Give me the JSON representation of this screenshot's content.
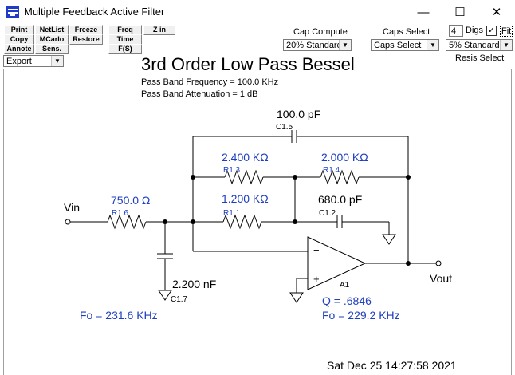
{
  "window": {
    "title": "Multiple Feedback Active Filter",
    "minimize_glyph": "—",
    "maximize_glyph": "☐",
    "close_glyph": "✕"
  },
  "toolbar": {
    "print": "Print",
    "copy": "Copy",
    "annote": "Annote",
    "netlist": "NetList",
    "mcarlo": "MCarlo",
    "sens": "Sens.",
    "freeze": "Freeze",
    "restore": "Restore",
    "freq": "Freq",
    "time": "Time",
    "fs": "F(S)",
    "zin": "Z in",
    "export_value": "Export"
  },
  "cap_compute": {
    "label": "Cap Compute",
    "value": "20% Standard"
  },
  "caps_select": {
    "label": "Caps Select",
    "value": "Caps Select"
  },
  "digits": {
    "value": "4",
    "label": "Digs",
    "fit_label": "Fit",
    "fit_checked": true
  },
  "resis": {
    "value": "5% Standard",
    "label": "Resis Select"
  },
  "header": {
    "title": "3rd Order Low Pass Bessel",
    "passband_freq": "Pass Band Frequency = 100.0 KHz",
    "passband_atten": "Pass Band Attenuation = 1 dB"
  },
  "schematic": {
    "c15_value": "100.0 pF",
    "c15_ref": "C1.5",
    "r13_value": "2.400 KΩ",
    "r13_ref": "R1.3",
    "r14_value": "2.000 KΩ",
    "r14_ref": "R1.4",
    "r12_value": "1.200 KΩ",
    "r11_ref": "R1.1",
    "c12_value": "680.0 pF",
    "c12_ref": "C1.2",
    "r16_value": "750.0 Ω",
    "r16_ref": "R1.6",
    "c17_value": "2.200 nF",
    "c17_ref": "C1.7",
    "opamp_minus": "−",
    "opamp_plus": "+",
    "opamp_ref": "A1",
    "vin": "Vin",
    "vout": "Vout",
    "q": "Q = .6846",
    "fo_stage2": "Fo = 229.2 KHz",
    "fo_stage1": "Fo = 231.6 KHz"
  },
  "footer": {
    "datetime": "Sat Dec 25 14:27:58 2021"
  }
}
